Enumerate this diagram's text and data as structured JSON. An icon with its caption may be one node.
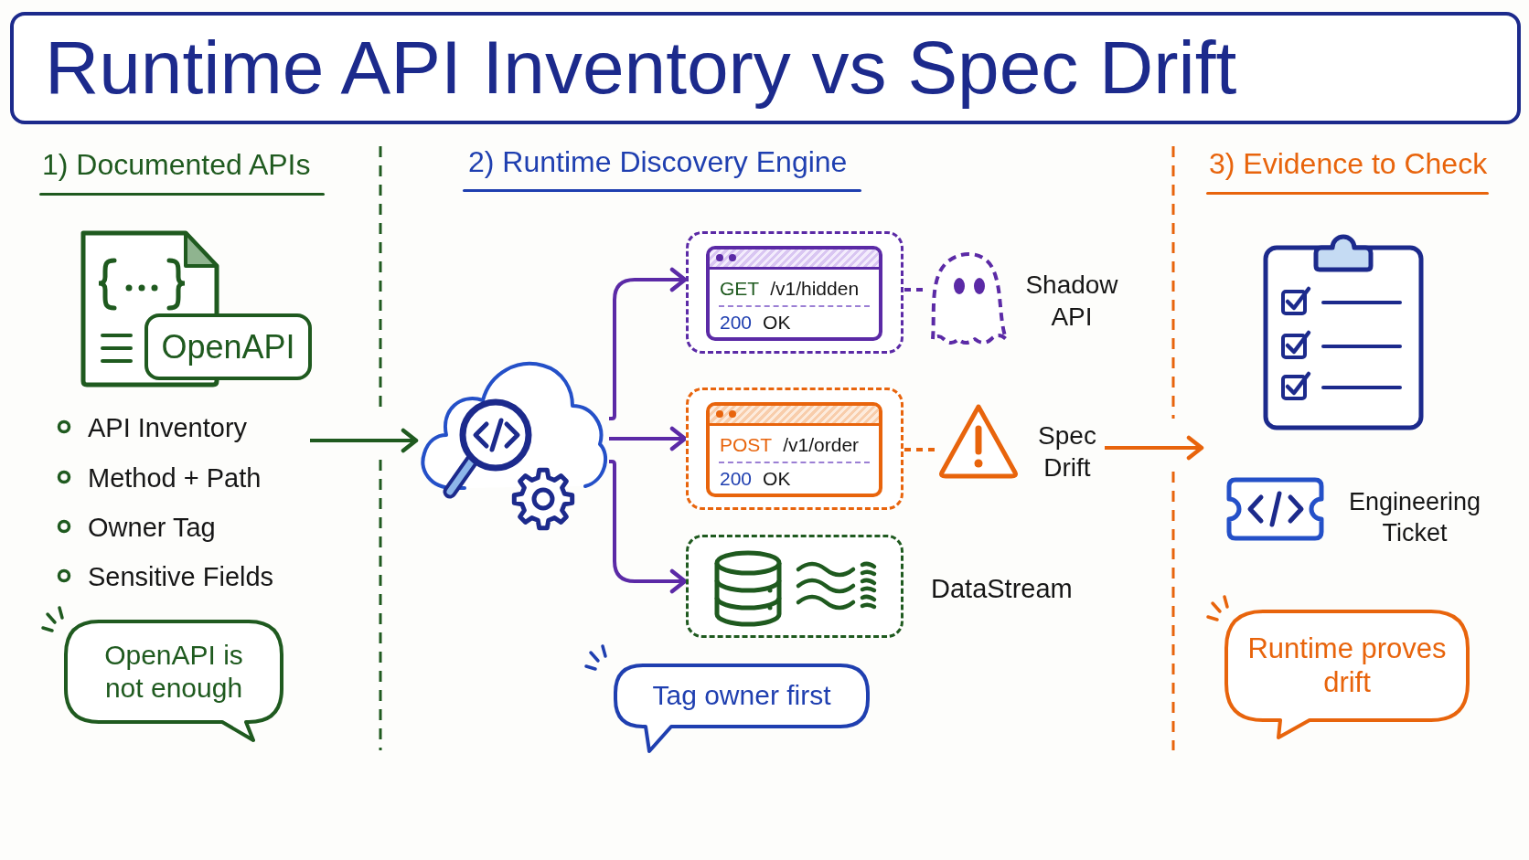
{
  "diagram": {
    "title": "Runtime API Inventory vs Spec Drift",
    "nodes": [
      {
        "text": [
          "OpenAPI"
        ]
      },
      {
        "text": [
          "OpenAPI is not enough"
        ]
      },
      {
        "text": [],
        "shape": "cloud"
      },
      {
        "text": [
          "GET",
          "/v1/hidden",
          "200",
          "OK"
        ]
      },
      {
        "text": [],
        "shape": "picture",
        "beside": [
          "Shadow API"
        ]
      },
      {
        "text": [
          "POST",
          "/v1/order",
          "200",
          "OK"
        ]
      },
      {
        "text": [],
        "shape": "picture",
        "beside": [
          "Spec Drift"
        ]
      },
      {
        "text": [],
        "shape": "box",
        "beside": [
          "DataStream"
        ]
      },
      {
        "text": [
          "Tag owner first"
        ]
      },
      {
        "text": [
          "Runtime proves drift"
        ]
      }
    ],
    "edges": [
      {
        "from": null,
        "to": 2,
        "arrow": "to",
        "color": "#1f5a1f"
      },
      {
        "from": 2,
        "to": 3,
        "arrow": "to"
      },
      {
        "from": 2,
        "to": 5,
        "arrow": "to"
      },
      {
        "from": 2,
        "to": 7,
        "arrow": "to"
      },
      {
        "from": 3,
        "to": 4,
        "arrow": "none",
        "style": "dashed"
      },
      {
        "from": 5,
        "to": 6,
        "arrow": "none",
        "style": "dashed",
        "color": "#e8640c"
      },
      {
        "from": 6,
        "to": null,
        "arrow": "to",
        "color": "#e8640c"
      }
    ],
    "labels": [
      "1) Documented APIs",
      "API Inventory",
      "Method + Path",
      "Owner Tag",
      "Sensitive Fields",
      "2) Runtime Discovery Engine",
      "3) Evidence to Check",
      "Engineering Ticket"
    ]
  }
}
